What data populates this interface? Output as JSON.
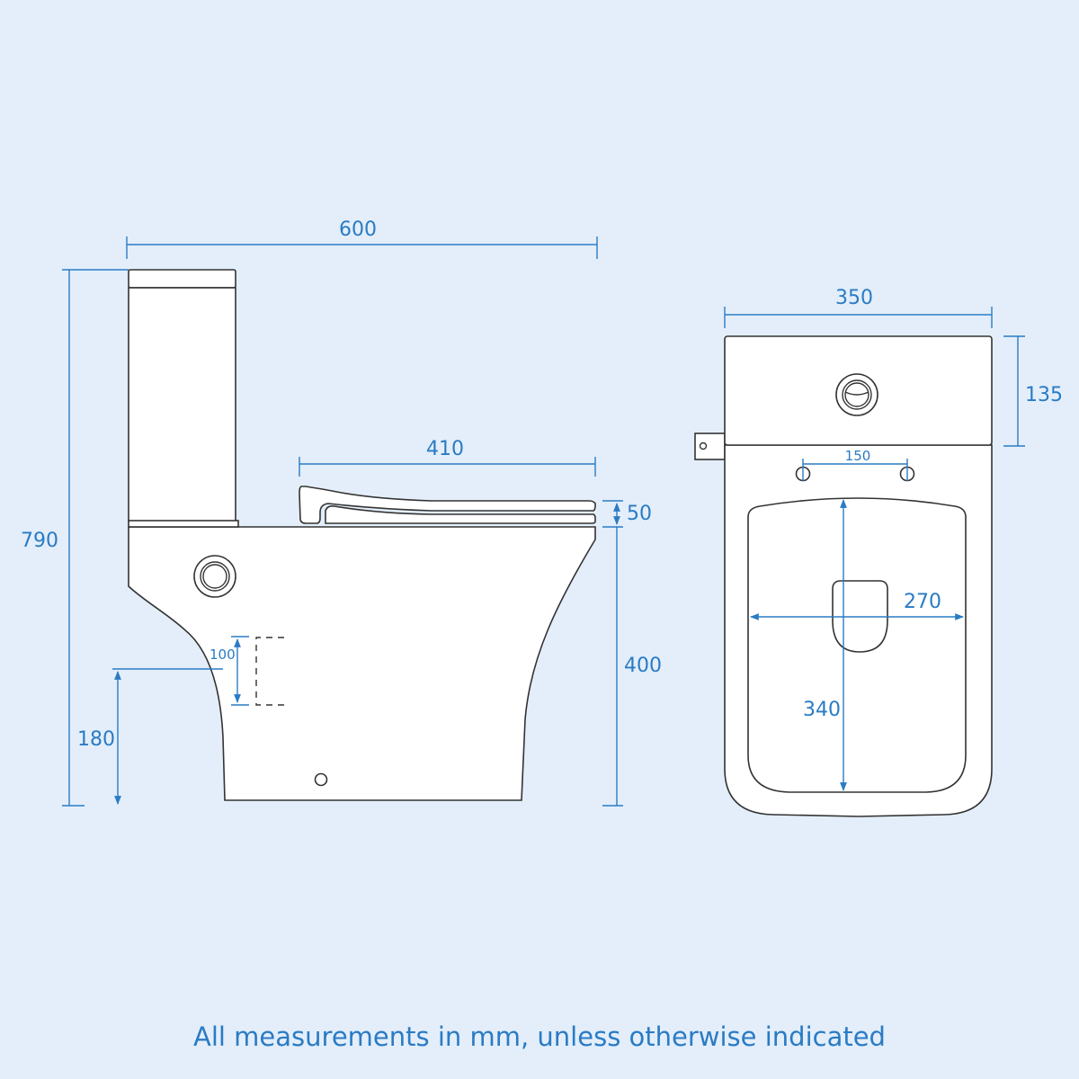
{
  "dimensions": {
    "overall_depth": "600",
    "overall_height": "790",
    "seat_depth": "410",
    "seat_thickness": "50",
    "pan_height": "400",
    "outlet_height": "180",
    "outlet_size": "100",
    "width": "350",
    "cistern_height": "135",
    "fixing_spacing": "150",
    "seat_inner_width": "270",
    "seat_inner_length": "340"
  },
  "footer": "All measurements in mm, unless otherwise indicated",
  "colors": {
    "background": "#e3eefa",
    "dimension": "#2a7bc4",
    "outline": "#333333"
  }
}
